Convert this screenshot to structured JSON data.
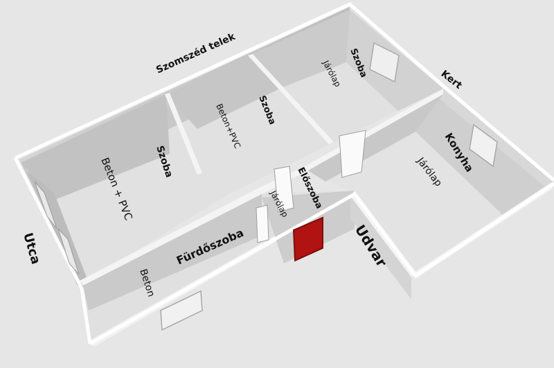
{
  "labels": {
    "szomszed_telek": "Szomszéd telek",
    "kert": "Kert",
    "utca": "Utca",
    "udvar": "Udvar",
    "room_szoba_left": "Szoba",
    "room_szoba_middle": "Szoba",
    "room_szoba_right": "Szoba",
    "room_konyha": "Konyha",
    "room_eloszoba": "Előszoba",
    "room_furdoszoba": "Fürdőszoba",
    "floor_szoba_left": "Beton + PVC",
    "floor_szoba_middle": "Beton+PVC",
    "floor_szoba_right": "Járólap",
    "floor_konyha": "Járólap",
    "floor_eloszoba": "Járólap",
    "floor_furdoszoba": "Beton"
  },
  "colors": {
    "background": "#e6e6e6",
    "floor": "#e1e1e1",
    "wall_inner": "#c9c9c9",
    "wall_top": "#ffffff",
    "door_front": "#b11212"
  }
}
